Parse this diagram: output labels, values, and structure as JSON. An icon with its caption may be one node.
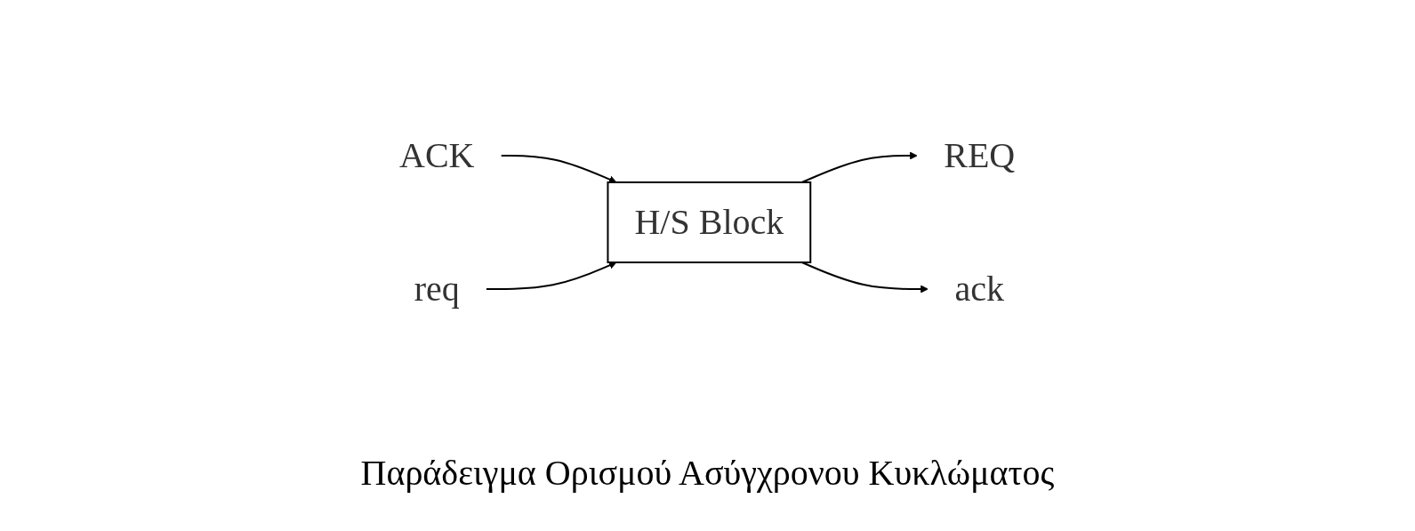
{
  "diagram": {
    "caption": "Παράδειγμα Ορισμού Ασύγχρονου Κυκλώματος",
    "nodes": [
      {
        "text": [
          "ACK"
        ]
      },
      {
        "text": [
          "REQ"
        ]
      },
      {
        "text": [
          "H/S Block"
        ]
      },
      {
        "text": [
          "ack"
        ]
      },
      {
        "text": [
          "req"
        ]
      }
    ],
    "edges": [
      {
        "from": 0,
        "to": 2,
        "arrow": "to"
      },
      {
        "from": 2,
        "to": 1,
        "arrow": "to"
      },
      {
        "from": 2,
        "to": 3,
        "arrow": "to"
      },
      {
        "from": 4,
        "to": 2,
        "arrow": "to"
      }
    ]
  }
}
